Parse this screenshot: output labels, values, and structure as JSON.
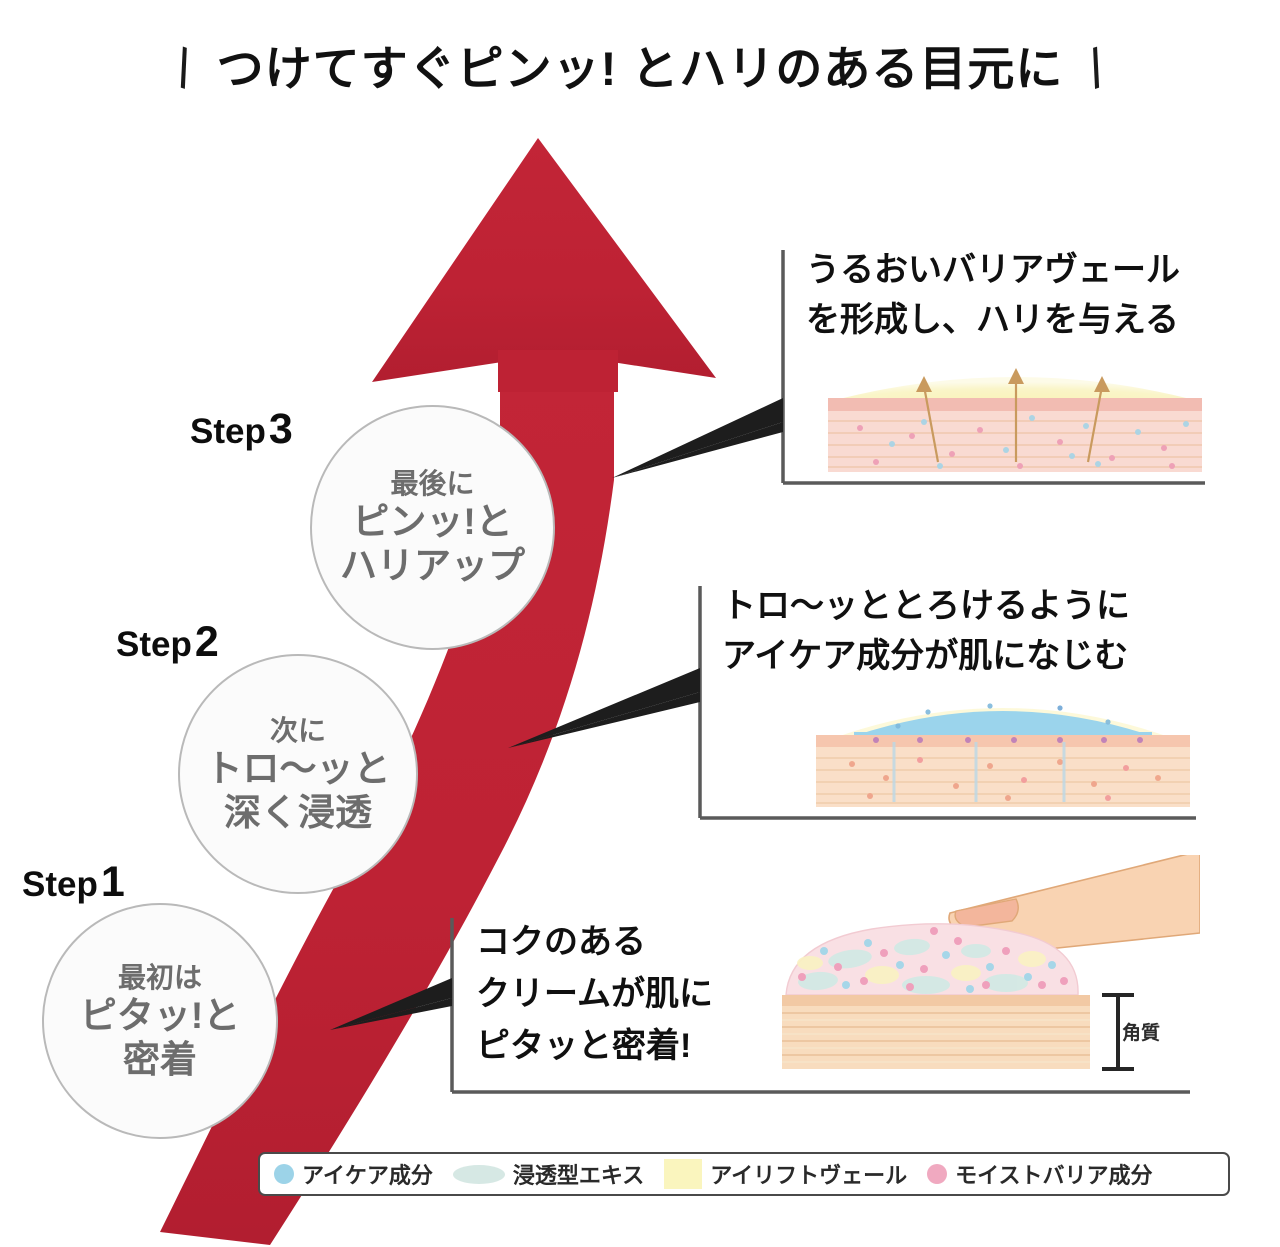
{
  "headline": {
    "slash_left": "\\",
    "slash_right": "/",
    "text": "つけてすぐピンッ! とハリのある目元に"
  },
  "colors": {
    "arrow_red": "#BE2234",
    "bubble_border": "#b9b9b9",
    "bubble_text": "#6d6d6d",
    "eye_care": "#9CD3E8",
    "penetrating_extract": "#CFE6E2",
    "eye_lift_veil": "#FAF5BE",
    "moist_barrier": "#F0A9C0",
    "skin_base": "#F7D9C4",
    "skin_pink": "#F6C9C6"
  },
  "steps": [
    {
      "label_prefix": "Step",
      "label_number": "3",
      "bubble": {
        "line1": "最後に",
        "line2": "ピンッ!と",
        "line3": "ハリアップ"
      },
      "callout": {
        "line1": "うるおいバリアヴェール",
        "line2": "を形成し、ハリを与える"
      },
      "diagram_name": "skin-diagram-veil"
    },
    {
      "label_prefix": "Step",
      "label_number": "2",
      "bubble": {
        "line1": "次に",
        "line2": "トロ〜ッと",
        "line3": "深く浸透"
      },
      "callout": {
        "line1": "トロ〜ッととろけるように",
        "line2": "アイケア成分が肌になじむ"
      },
      "diagram_name": "skin-diagram-absorb"
    },
    {
      "label_prefix": "Step",
      "label_number": "1",
      "bubble": {
        "line1": "最初は",
        "line2": "ピタッ!と",
        "line3": "密着"
      },
      "callout": {
        "line1": "コクのある",
        "line2": "クリームが肌に",
        "line3": "ピタッと密着!"
      },
      "diagram_name": "skin-diagram-cream",
      "diagram_annotation": "角質"
    }
  ],
  "legend": {
    "items": [
      {
        "label": "アイケア成分",
        "swatch": "circle-blue",
        "color": "#9CD3E8"
      },
      {
        "label": "浸透型エキス",
        "swatch": "ellipse-teal",
        "color": "#D6E8E4"
      },
      {
        "label": "アイリフトヴェール",
        "swatch": "rect-yellow",
        "color": "#FAF5BE"
      },
      {
        "label": "モイストバリア成分",
        "swatch": "circle-pink",
        "color": "#F0A9C0"
      }
    ]
  }
}
